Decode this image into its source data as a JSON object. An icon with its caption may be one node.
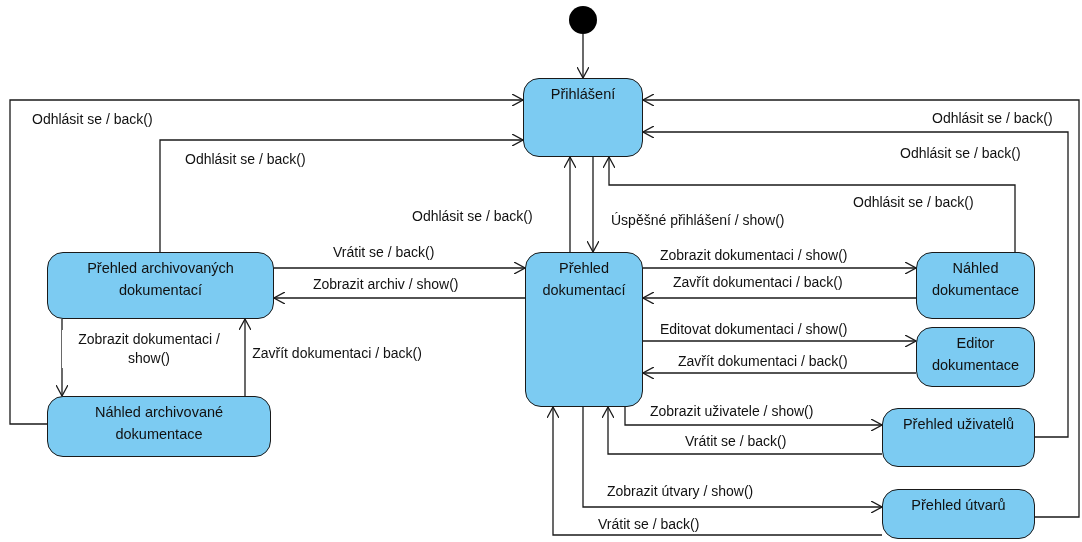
{
  "diagram": {
    "nodes": [
      {
        "text": [],
        "shape": "circle"
      },
      {
        "text": [
          "Přihlášení"
        ]
      },
      {
        "text": [
          "Přehled archivovaných dokumentací"
        ]
      },
      {
        "text": [
          "Přehled dokumentací"
        ]
      },
      {
        "text": [
          "Náhled dokumentace"
        ]
      },
      {
        "text": [
          "Editor dokumentace"
        ]
      },
      {
        "text": [
          "Náhled archivované dokumentace"
        ]
      },
      {
        "text": [
          "Přehled uživatelů"
        ]
      },
      {
        "text": [
          "Přehled útvarů"
        ]
      }
    ],
    "edges": [
      {
        "from": 0,
        "to": 1,
        "arrow": "to"
      },
      {
        "from": 6,
        "to": 1,
        "arrow": "to",
        "label": "Odhlásit se / back()"
      },
      {
        "from": 2,
        "to": 1,
        "arrow": "to",
        "label": "Odhlásit se / back()"
      },
      {
        "from": 3,
        "to": 1,
        "arrow": "to",
        "label": "Odhlásit se / back()"
      },
      {
        "from": 1,
        "to": 3,
        "arrow": "to",
        "label": "Úspěšné přihlášení / show()"
      },
      {
        "from": 2,
        "to": 3,
        "arrow": "to",
        "label": "Vrátit se / back()"
      },
      {
        "from": 3,
        "to": 2,
        "arrow": "to",
        "label": "Zobrazit archiv / show()"
      },
      {
        "from": 2,
        "to": 6,
        "arrow": "to",
        "label": "Zobrazit dokumentaci / show()"
      },
      {
        "from": 6,
        "to": 2,
        "arrow": "to",
        "label": "Zavřít dokumentaci / back()"
      },
      {
        "from": 3,
        "to": 4,
        "arrow": "to",
        "label": "Zobrazit dokumentaci / show()"
      },
      {
        "from": 4,
        "to": 3,
        "arrow": "to",
        "label": "Zavřít dokumentaci / back()"
      },
      {
        "from": 3,
        "to": 5,
        "arrow": "to",
        "label": "Editovat dokumentaci / show()"
      },
      {
        "from": 5,
        "to": 3,
        "arrow": "to",
        "label": "Zavřít dokumentaci / back()"
      },
      {
        "from": 3,
        "to": 7,
        "arrow": "to",
        "label": "Zobrazit uživatele / show()"
      },
      {
        "from": 7,
        "to": 3,
        "arrow": "to",
        "label": "Vrátit se / back()"
      },
      {
        "from": 3,
        "to": 8,
        "arrow": "to",
        "label": "Zobrazit útvary / show()"
      },
      {
        "from": 8,
        "to": 3,
        "arrow": "to",
        "label": "Vrátit se / back()"
      },
      {
        "from": 4,
        "to": 1,
        "arrow": "to",
        "label": "Odhlásit se / back()"
      },
      {
        "from": 7,
        "to": 1,
        "arrow": "to",
        "label": "Odhlásit se / back()"
      },
      {
        "from": 8,
        "to": 1,
        "arrow": "to",
        "label": "Odhlásit se / back()"
      }
    ]
  }
}
